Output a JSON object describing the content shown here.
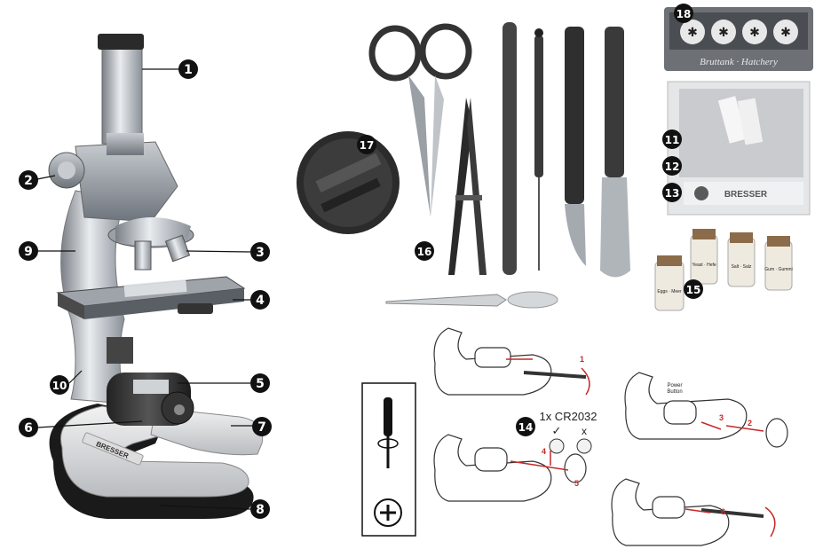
{
  "callouts": [
    {
      "n": "1"
    },
    {
      "n": "2"
    },
    {
      "n": "3"
    },
    {
      "n": "4"
    },
    {
      "n": "5"
    },
    {
      "n": "6"
    },
    {
      "n": "7"
    },
    {
      "n": "8"
    },
    {
      "n": "9"
    },
    {
      "n": "10"
    },
    {
      "n": "11"
    },
    {
      "n": "12"
    },
    {
      "n": "13"
    },
    {
      "n": "14"
    },
    {
      "n": "15"
    },
    {
      "n": "16"
    },
    {
      "n": "17"
    },
    {
      "n": "18"
    }
  ],
  "brand": "BRESSER",
  "hatchery": {
    "label": "Bruttank · Hatchery"
  },
  "battery": {
    "label": "1x CR2032",
    "ok": "✓",
    "no": "x",
    "coin": "CR2032"
  },
  "vials": [
    {
      "text": "Yeast · Hefe"
    },
    {
      "text": "Salt · Salz"
    },
    {
      "text": "Gum · Gummi"
    },
    {
      "text": "Eggs · Meer"
    }
  ],
  "steps": {
    "s1": "1",
    "s2": "2",
    "s3": "3",
    "s4": "4",
    "s5": "5",
    "s6": "6"
  },
  "power": {
    "line1": "Power",
    "line2": "Button"
  },
  "colors": {
    "callout": "#111111",
    "arrow": "#c62828"
  }
}
